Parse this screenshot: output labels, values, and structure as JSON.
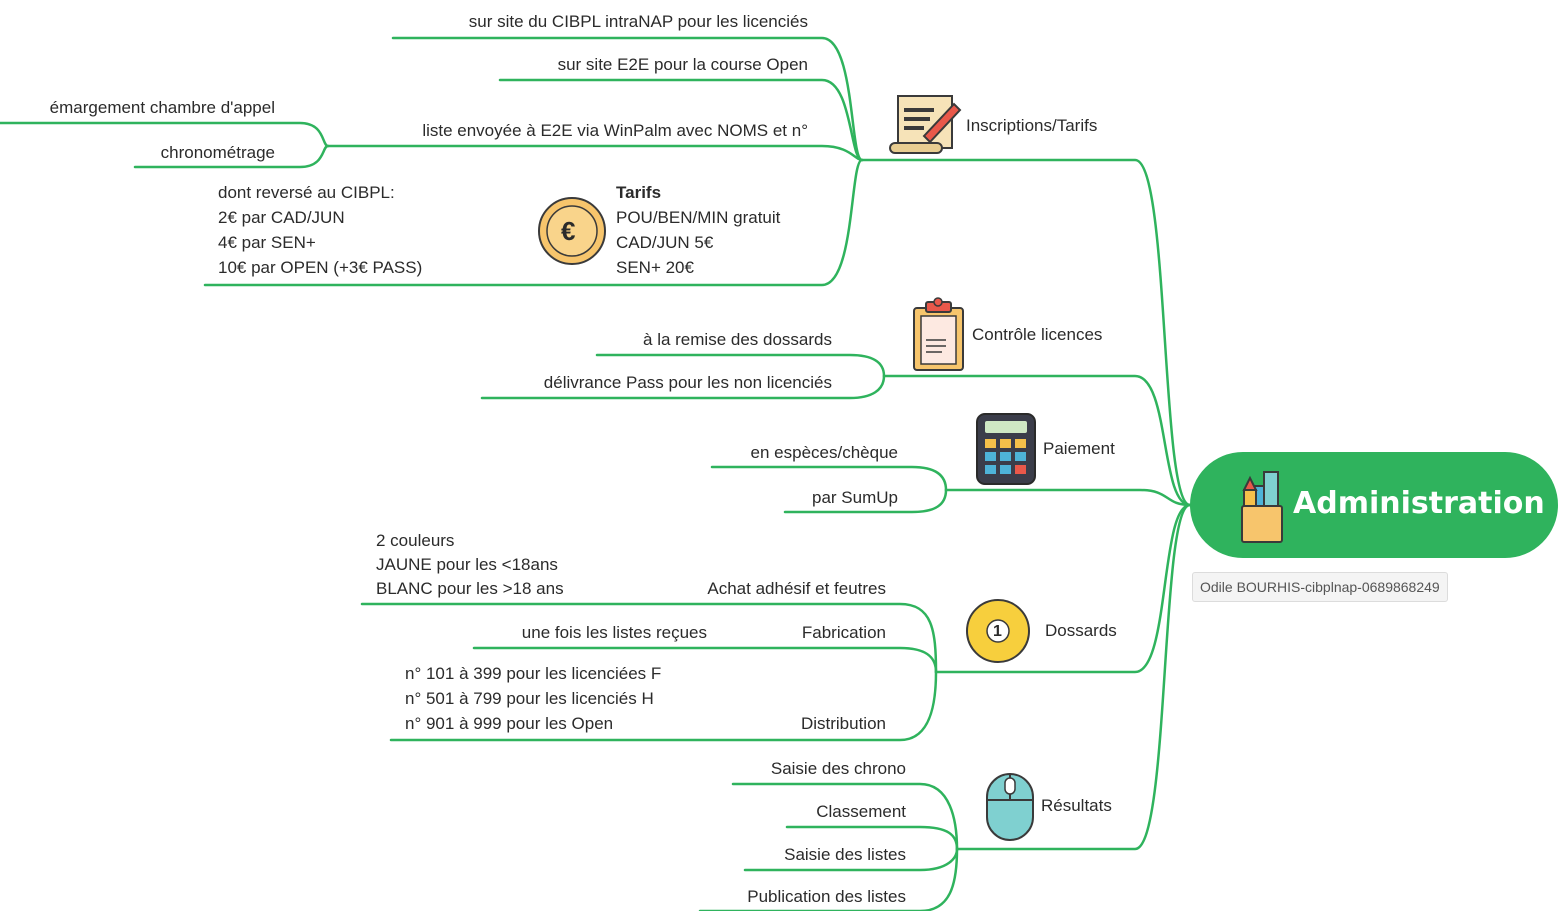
{
  "root": {
    "label": "Administration",
    "note": "Odile BOURHIS-cibplnap-0689868249",
    "icon": "pencil-cup-icon",
    "color": "#2fb35d"
  },
  "branch_color": "#2fb35d",
  "branches": {
    "inscriptions": {
      "label": "Inscriptions/Tarifs",
      "icon": "scroll-quill-icon",
      "items": {
        "site_cibpl": "sur site du CIBPL intraNAP pour les licenciés",
        "site_e2e": "sur site E2E pour la course Open",
        "liste_e2e": "liste envoyée à E2E via WinPalm avec NOMS et n°",
        "emargement": "émargement chambre d'appel",
        "chronometrage": "chronométrage"
      },
      "tarifs": {
        "title": "Tarifs",
        "lines": [
          "POU/BEN/MIN gratuit",
          "CAD/JUN 5€",
          "SEN+ 20€"
        ],
        "icon": "euro-coin-icon",
        "reverse_lines": [
          "dont reversé au CIBPL:",
          "2€ par CAD/JUN",
          "4€ par SEN+",
          "10€ par OPEN (+3€ PASS)"
        ]
      }
    },
    "controle": {
      "label": "Contrôle licences",
      "icon": "clipboard-icon",
      "items": [
        "à la remise des dossards",
        "délivrance Pass pour les non licenciés"
      ]
    },
    "paiement": {
      "label": "Paiement",
      "icon": "calculator-icon",
      "items": [
        "en espèces/chèque",
        "par SumUp"
      ]
    },
    "dossards": {
      "label": "Dossards",
      "icon": "number-one-badge-icon",
      "badge": "1",
      "achat": "Achat adhésif et feutres",
      "couleurs": [
        "2 couleurs",
        "JAUNE pour les <18ans",
        "BLANC pour les >18 ans"
      ],
      "fabrication": "Fabrication",
      "fabrication_note": "une fois les listes reçues",
      "distribution": "Distribution",
      "numeros": [
        "n° 101 à 399 pour les licenciées F",
        "n° 501 à 799 pour les licenciés H",
        "n° 901 à 999 pour les Open"
      ]
    },
    "resultats": {
      "label": "Résultats",
      "icon": "mouse-icon",
      "items": [
        "Saisie des chrono",
        "Classement",
        "Saisie des listes",
        "Publication des listes"
      ]
    }
  }
}
